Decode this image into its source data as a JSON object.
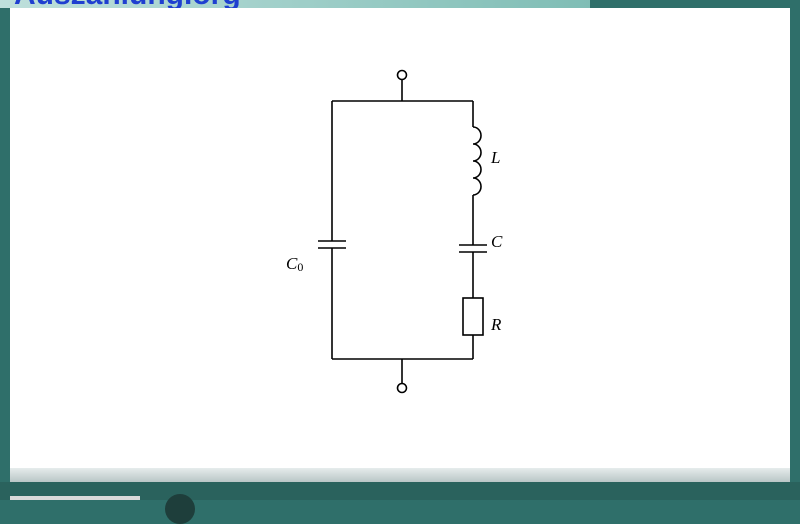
{
  "header": {
    "title_fragment": "Auszahlung.org"
  },
  "circuit": {
    "labels": {
      "inductor": "L",
      "capacitor": "C",
      "resistor": "R",
      "shunt_capacitor_main": "C",
      "shunt_capacitor_sub": "0"
    },
    "colors": {
      "background_frame": "#2f6f6a",
      "header_text": "#1f3fd0",
      "wire": "#000000"
    }
  }
}
